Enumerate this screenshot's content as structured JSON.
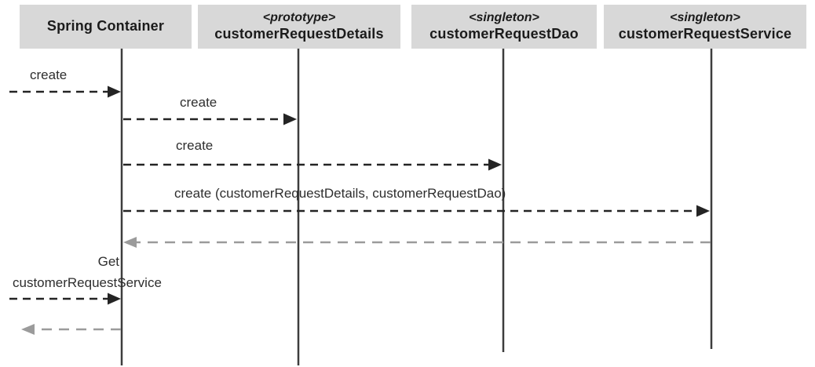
{
  "diagram": {
    "type": "uml-sequence-diagram",
    "title": "Spring Container bean creation sequence",
    "participants": [
      {
        "stereotype": "",
        "name": "Spring Container"
      },
      {
        "stereotype": "<prototype>",
        "name": "customerRequestDetails"
      },
      {
        "stereotype": "<singleton>",
        "name": "customerRequestDao"
      },
      {
        "stereotype": "<singleton>",
        "name": "customerRequestService"
      }
    ],
    "messages": [
      {
        "label": "create",
        "from": "external",
        "to": "Spring Container",
        "style": "dashed-black"
      },
      {
        "label": "create",
        "from": "Spring Container",
        "to": "customerRequestDetails",
        "style": "dashed-black"
      },
      {
        "label": "create",
        "from": "Spring Container",
        "to": "customerRequestDao",
        "style": "dashed-black"
      },
      {
        "label": "create (customerRequestDetails, customerRequestDao)",
        "from": "Spring Container",
        "to": "customerRequestService",
        "style": "dashed-black"
      },
      {
        "label": "",
        "from": "customerRequestService",
        "to": "Spring Container",
        "style": "dashed-gray-return"
      },
      {
        "label": "Get customerRequestService",
        "label_lines": [
          "Get",
          "customerRequestService"
        ],
        "from": "external",
        "to": "Spring Container",
        "style": "dashed-black"
      },
      {
        "label": "",
        "from": "Spring Container",
        "to": "external",
        "style": "dashed-gray-return"
      }
    ],
    "colors": {
      "participant_box_fill": "#d8d8d8",
      "header_text": "#1b1b1b",
      "label_text": "#2e2e2e",
      "call_arrow": "#242424",
      "return_arrow": "#9b9b9b",
      "lifeline": "#3d3d3d",
      "background": "#ffffff"
    }
  }
}
